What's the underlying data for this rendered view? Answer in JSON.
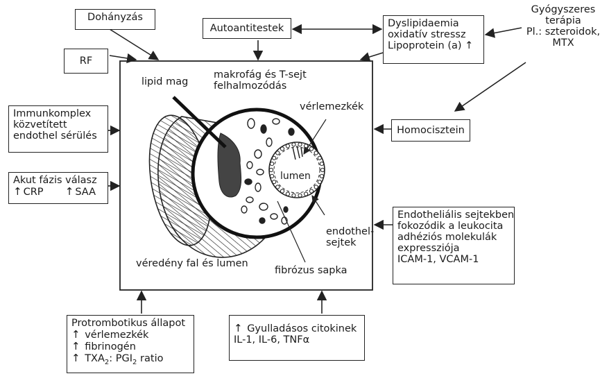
{
  "boxes": {
    "dohanyzas": "Dohányzás",
    "rf": "RF",
    "autoantitestek": "Autoantitestek",
    "dyslipidaemia": [
      "Dyslipidaemia",
      "oxidatív stressz",
      "Lipoprotein (a) ↑"
    ],
    "immunkomplex": [
      "Immunkomplex",
      "közvetített",
      "endothel sérülés"
    ],
    "akut": {
      "line1": "Akut fázis válasz",
      "crp": "CRP",
      "saa": "SAA"
    },
    "homocisztein": "Homocisztein",
    "endothelialis": [
      "Endotheliális sejtekben",
      "fokozódik a leukocita",
      "adhéziós molekulák",
      "expressziója",
      "ICAM-1, VCAM-1"
    ],
    "protrombotikus": {
      "title": "Protrombotikus állapot",
      "l1": "vérlemezkék",
      "l2": "fibrinogén",
      "l3_a": "TXA",
      "l3_sub1": "2",
      "l3_b": ": PGI",
      "l3_sub2": "2",
      "l3_c": " ratio"
    },
    "gyulladasos": {
      "l1": "Gyulladásos citokinek",
      "l2": "IL-1, IL-6, TNFα"
    }
  },
  "free_text": {
    "gyogyszeres": [
      "Gyógyszeres",
      "terápia",
      "Pl.: szteroidok,",
      "MTX"
    ]
  },
  "inner_labels": {
    "lipid_mag": "lipid mag",
    "makrofag": [
      "makrofág és T-sejt",
      "felhalmozódás"
    ],
    "verlemezkek": "vérlemezkék",
    "lumen": "lumen",
    "endothel": [
      "endothel-",
      "sejtek"
    ],
    "fibrozus": "fibrózus sapka",
    "veredeny": "véredény fal és lumen"
  },
  "symbols": {
    "up_arrow": "↑"
  }
}
